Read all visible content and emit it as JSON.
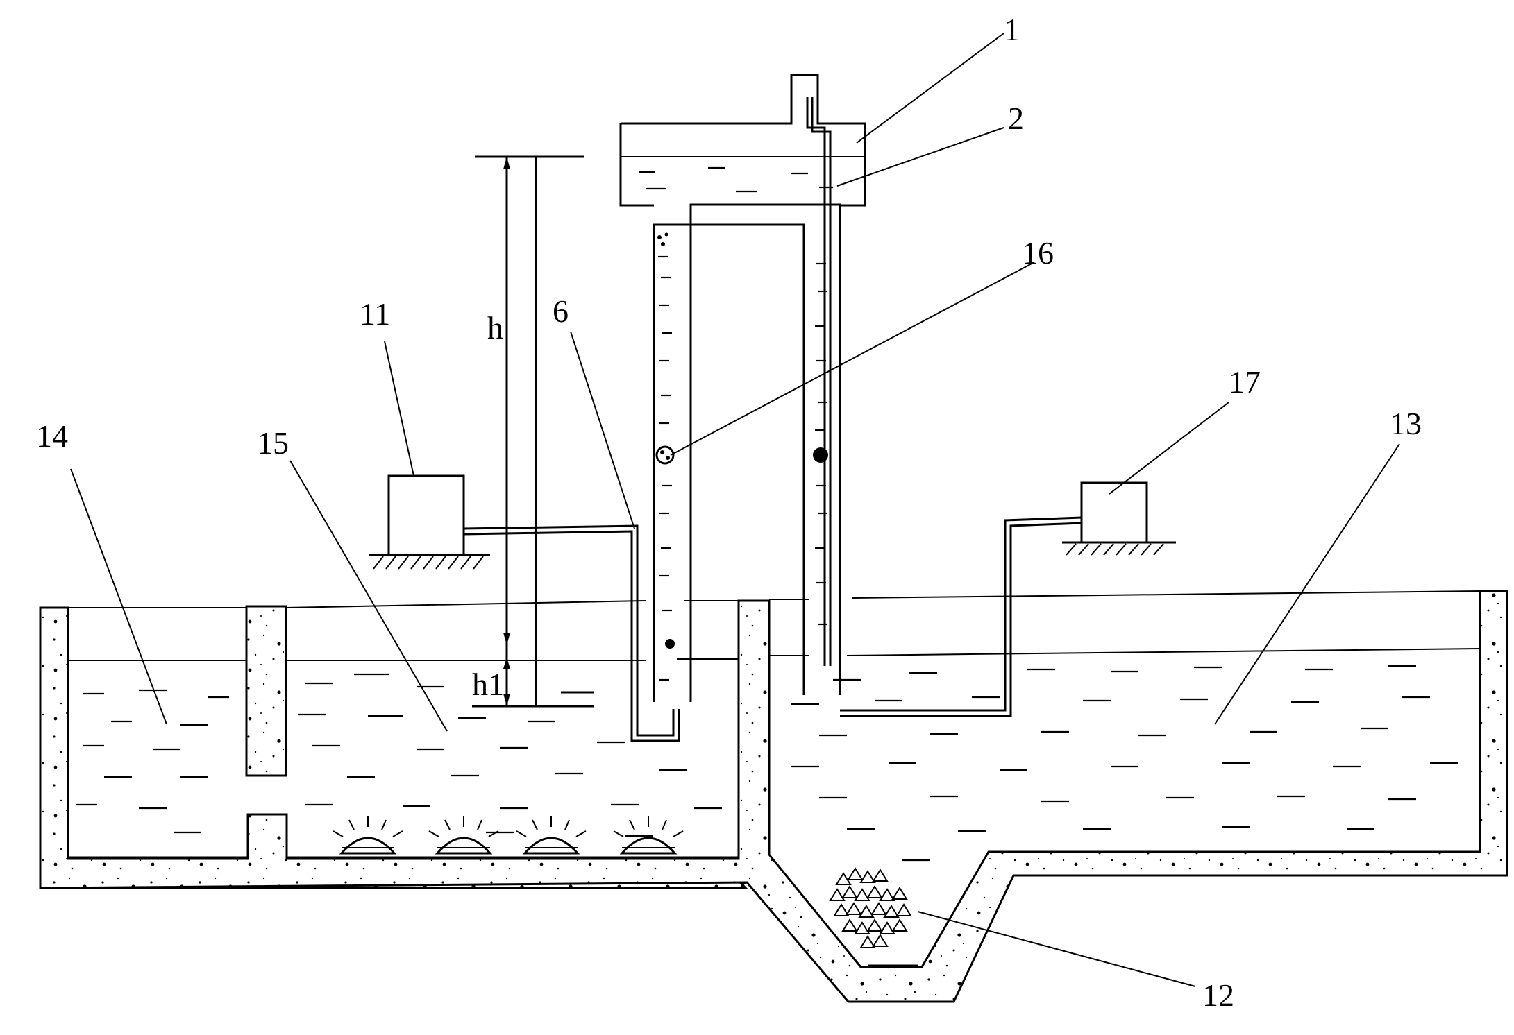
{
  "labels": {
    "n1": "1",
    "n2": "2",
    "n16": "16",
    "n11": "11",
    "n6": "6",
    "n17": "17",
    "n13": "13",
    "n14": "14",
    "n15": "15",
    "n12": "12",
    "h": "h",
    "h1": "h1"
  }
}
